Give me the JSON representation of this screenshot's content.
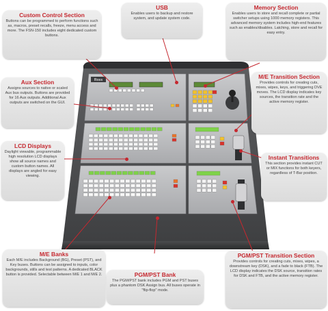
{
  "callouts": {
    "custom_control": {
      "title": "Custom Control Section",
      "body": "Buttons can be programmed to perform functions such as, macros, preset recalls, freeze, menu access and more. The FSN-150 includes eight dedicated custom buttons."
    },
    "usb": {
      "title": "USB",
      "body": "Enables users to backup and restore system, and update system code."
    },
    "memory": {
      "title": "Memory Section",
      "body": "Enables users to store and recall complete or partial switcher setups using 1000 memory registers. This advanced memory system includes high-end features such as enables/disables. Latching, store and recall for easy entry."
    },
    "aux": {
      "title": "Aux Section",
      "body": "Assigns sources to native or scaled Aux bus outputs. Buttons are provided for 16 Aux outputs. Additional Aux outputs are switched on the GUI."
    },
    "me_transition": {
      "title": "M/E Transition Section",
      "body": "Provides controls for creating cuts, mixes, wipes, keys, and triggering DVE moves. The LCD display indicates key sources, the transition rate and the active memory register."
    },
    "lcd": {
      "title": "LCD Displays",
      "body": "Daylight viewable, programmable high resolution LCD displays show all source names and custom button names. All displays are angled for easy viewing."
    },
    "instant": {
      "title": "Instant Transitions",
      "body": "This section provides instant CUT or MIX functions for both keyers, regardless of T-Bar position."
    },
    "me_banks": {
      "title": "M/E Banks",
      "body": "Each M/E includes Background (BG), Preset (PST), and Key buses. Buttons can be assigned to inputs, color backgrounds, stills and test patterns. A dedicated BLACK button is provided. Selectable between M/E 1 and M/E 2."
    },
    "pgm_pst_bank": {
      "title": "PGM/PST Bank",
      "body": "The PGM/PST bank includes PGM and PST buses plus a phantom DSK Assign bus. All buses operate in \"flip-flop\" mode."
    },
    "pgm_pst_transition": {
      "title": "PGM/PST Transition Section",
      "body": "Provides controls for creating cuts, mixes, wipes, a downstream key (DSK), and a fade to black (FTB). The LCD display indicates the DSK source, transition rates for DSK and FTB, and the active memory register."
    }
  },
  "device": {
    "brand_label": "Ross"
  },
  "colors": {
    "title_red": "#c5282f",
    "leader_red": "#c5282f",
    "lcd_green": "#7fd24a",
    "button_yellow": "#f2c22e",
    "button_orange": "#e8742a",
    "button_red": "#d8332b"
  }
}
